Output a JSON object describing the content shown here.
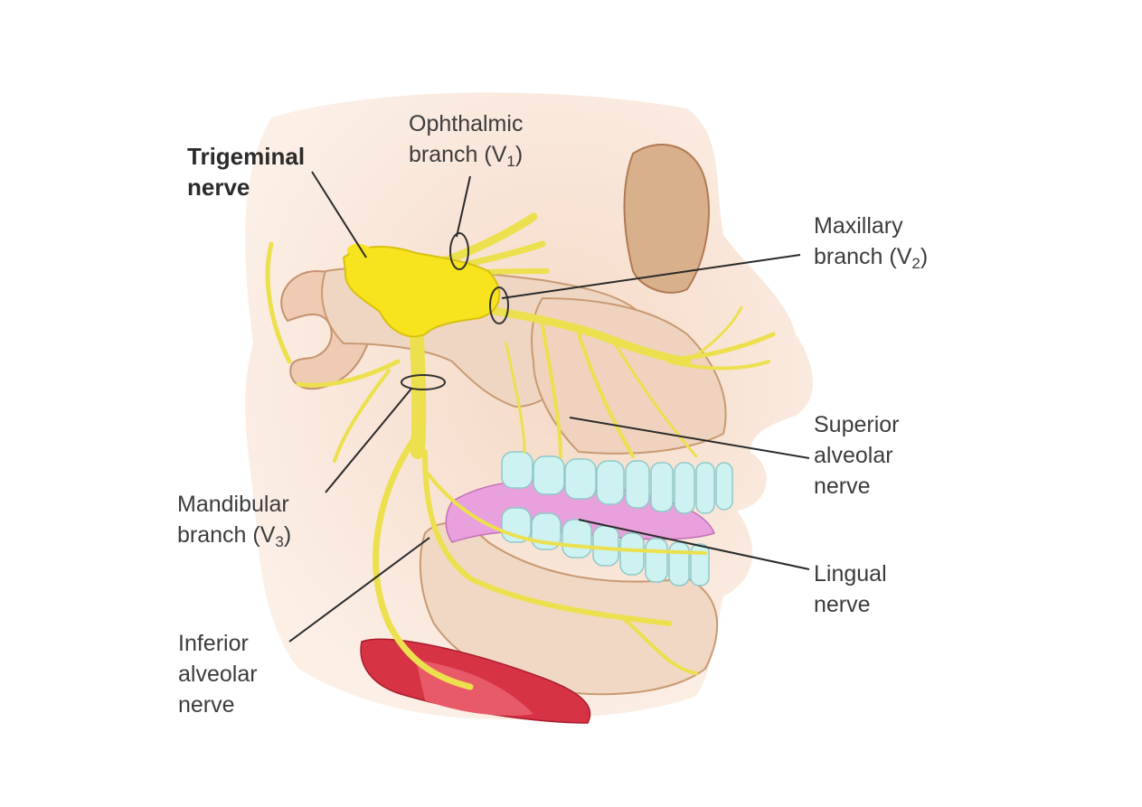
{
  "labels": {
    "trigeminal": {
      "line1": "Trigeminal",
      "line2": "nerve"
    },
    "ophthalmic": {
      "line1": "Ophthalmic",
      "line2_prefix": "branch (V",
      "line2_sub": "1",
      "line2_suffix": ")"
    },
    "maxillary": {
      "line1": "Maxillary",
      "line2_prefix": "branch (V",
      "line2_sub": "2",
      "line2_suffix": ")"
    },
    "mandibular": {
      "line1": "Mandibular",
      "line2_prefix": "branch (V",
      "line2_sub": "3",
      "line2_suffix": ")"
    },
    "superior_alveolar": {
      "line1": "Superior",
      "line2": "alveolar",
      "line3": "nerve"
    },
    "lingual": {
      "line1": "Lingual",
      "line2": "nerve"
    },
    "inferior_alveolar": {
      "line1": "Inferior",
      "line2": "alveolar",
      "line3": "nerve"
    }
  },
  "colors": {
    "nerve": "#f2e04a",
    "nerve_main": "#f7e31e",
    "skin": "#f6dcc8",
    "bone": "#ecd3bf",
    "bone_shadow": "#c99a72",
    "teeth": "#c9f1f0",
    "gum": "#e59bd9",
    "muscle": "#d8303f",
    "leader": "#2a2a2a"
  }
}
